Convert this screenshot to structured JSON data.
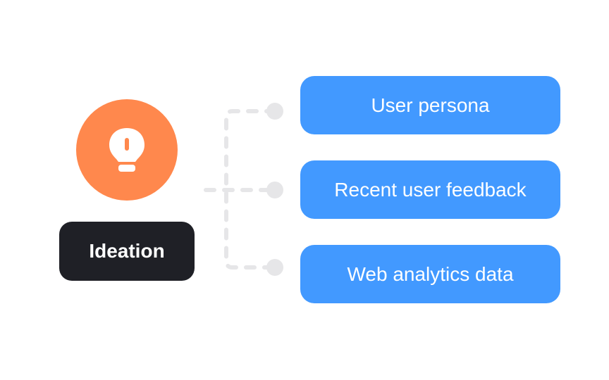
{
  "root": {
    "label": "Ideation",
    "icon": "lightbulb-icon",
    "icon_color": "#FF884D",
    "badge_color": "#1F2026"
  },
  "branches": [
    {
      "label": "User persona"
    },
    {
      "label": "Recent user feedback"
    },
    {
      "label": "Web analytics data"
    }
  ],
  "colors": {
    "branch_fill": "#4299FF",
    "connector": "#E6E6E8"
  }
}
